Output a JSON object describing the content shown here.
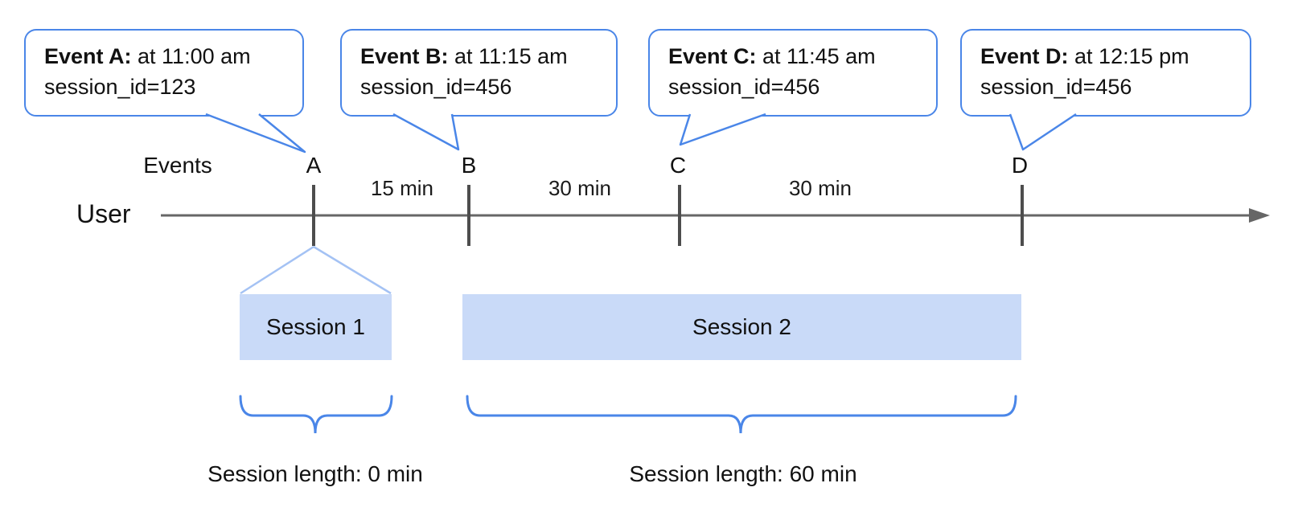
{
  "events": [
    {
      "letter": "A",
      "title": "Event A:",
      "time": " at 11:00 am",
      "session_id": "session_id=123"
    },
    {
      "letter": "B",
      "title": "Event B:",
      "time": " at 11:15 am",
      "session_id": "session_id=456"
    },
    {
      "letter": "C",
      "title": "Event C:",
      "time": " at 11:45 am",
      "session_id": "session_id=456"
    },
    {
      "letter": "D",
      "title": "Event D:",
      "time": " at 12:15 pm",
      "session_id": "session_id=456"
    }
  ],
  "timeline": {
    "events_row_label": "Events",
    "user_row_label": "User",
    "intervals": [
      {
        "label": "15 min"
      },
      {
        "label": "30 min"
      },
      {
        "label": "30 min"
      }
    ]
  },
  "sessions": [
    {
      "name": "Session 1",
      "length_label": "Session length: 0 min"
    },
    {
      "name": "Session 2",
      "length_label": "Session length: 60 min"
    }
  ],
  "colors": {
    "callout_border": "#4a86e8",
    "brace": "#4a86e8",
    "session_fill": "#c9daf8",
    "funnel_line": "#a4c2f4",
    "axis_line": "#666666",
    "tick": "#4d4d4d",
    "text": "#111111"
  }
}
